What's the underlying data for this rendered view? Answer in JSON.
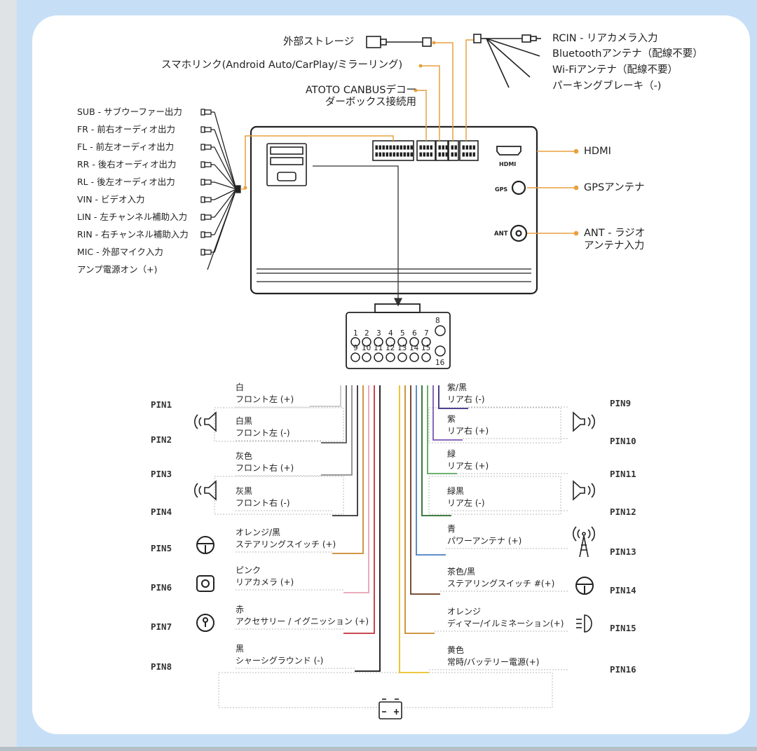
{
  "top_labels": {
    "external_storage": "外部ストレージ",
    "smartphone_link": "スマホリンク(Android Auto/CarPlay/ミラーリング)",
    "canbus_line1": "ATOTO CANBUSデコー",
    "canbus_line2": "ダーボックス接続用",
    "rcin": "RCIN - リアカメラ入力",
    "bluetooth": "Bluetoothアンテナ（配線不要）",
    "wifi": "Wi-Fiアンテナ（配線不要）",
    "parking": "パーキングブレーキ（-)"
  },
  "left_outputs": [
    "SUB - サブウーファー出力",
    "FR - 前右オーディオ出力",
    "FL - 前左オーディオ出力",
    "RR - 後右オーディオ出力",
    "RL - 後左オーディオ出力",
    "VIN - ビデオ入力",
    "LIN - 左チャンネル補助入力",
    "RIN - 右チャンネル補助入力",
    "MIC - 外部マイク入力",
    "アンプ電源オン（+)"
  ],
  "right_ports": {
    "hdmi": "HDMI",
    "gps": "GPSアンテナ",
    "ant_line1": "ANT - ラジオ",
    "ant_line2": "アンテナ入力"
  },
  "unit_labels": {
    "hdmi": "HDMI",
    "gps": "GPS",
    "ant": "ANT"
  },
  "connector_numbers": {
    "top_row": [
      "1",
      "2",
      "3",
      "4",
      "5",
      "6",
      "7"
    ],
    "top_extra": "8",
    "bottom_row": [
      "9",
      "10",
      "11",
      "12",
      "13",
      "14",
      "15"
    ],
    "bottom_extra": "16"
  },
  "pins_left": [
    {
      "pin": "PIN1",
      "color_name": "白",
      "function": "フロント左 (+)",
      "wire": "#c8c8c8"
    },
    {
      "pin": "PIN2",
      "color_name": "白黒",
      "function": "フロント左 (-)",
      "wire": "#555555"
    },
    {
      "pin": "PIN3",
      "color_name": "灰色",
      "function": "フロント右 (+)",
      "wire": "#8a8a8a"
    },
    {
      "pin": "PIN4",
      "color_name": "灰黒",
      "function": "フロント右 (-)",
      "wire": "#333333"
    },
    {
      "pin": "PIN5",
      "color_name": "オレンジ/黒",
      "function": "ステアリングスイッチ (+)",
      "wire": "#c98a2c"
    },
    {
      "pin": "PIN6",
      "color_name": "ピンク",
      "function": "リアカメラ (+)",
      "wire": "#e8a0b4"
    },
    {
      "pin": "PIN7",
      "color_name": "赤",
      "function": "アクセサリー / イグニッション (+)",
      "wire": "#c0303a"
    },
    {
      "pin": "PIN8",
      "color_name": "黒",
      "function": "シャーシグラウンド (-)",
      "wire": "#111111"
    }
  ],
  "pins_right": [
    {
      "pin": "PIN9",
      "color_name": "紫/黒",
      "function": "リア右 (-)",
      "wire": "#3a2a80"
    },
    {
      "pin": "PIN10",
      "color_name": "紫",
      "function": "リア右 (+)",
      "wire": "#7a55b0"
    },
    {
      "pin": "PIN11",
      "color_name": "緑",
      "function": "リア左 (+)",
      "wire": "#5aa65a"
    },
    {
      "pin": "PIN12",
      "color_name": "緑黒",
      "function": "リア左 (-)",
      "wire": "#2a6a2a"
    },
    {
      "pin": "PIN13",
      "color_name": "青",
      "function": "パワーアンテナ (+)",
      "wire": "#4a7fc1"
    },
    {
      "pin": "PIN14",
      "color_name": "茶色/黒",
      "function": "ステアリングスイッチ #(+)",
      "wire": "#6a3a1a"
    },
    {
      "pin": "PIN15",
      "color_name": "オレンジ",
      "function": "ディマー/イルミネーション(+)",
      "wire": "#c98a2c"
    },
    {
      "pin": "PIN16",
      "color_name": "黄色",
      "function": "常時/バッテリー電源(+)",
      "wire": "#e8c020"
    }
  ],
  "colors": {
    "accent": "#e8a040",
    "background": "#c6dff6",
    "card": "#ffffff"
  }
}
